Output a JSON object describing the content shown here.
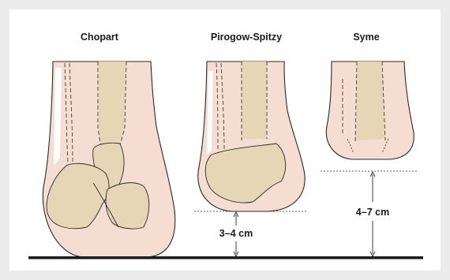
{
  "title_chopart": "Chopart",
  "title_pirogow": "Pirogow-Spitzy",
  "title_syme": "Syme",
  "measure_pirogow": "3–4 cm",
  "measure_syme": "4–7 cm",
  "colors": {
    "background": "#ececec",
    "panel": "#ffffff",
    "skin": "#f6ddd2",
    "bone": "#e6d6b6",
    "outline": "#2a2a2a",
    "ground": "#1a1a1a"
  }
}
